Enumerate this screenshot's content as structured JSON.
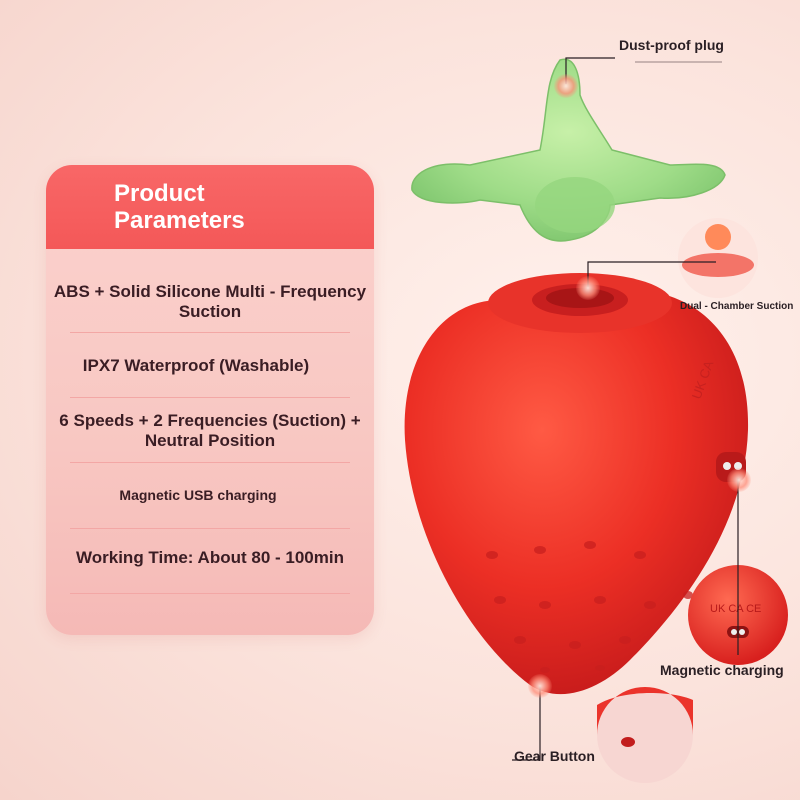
{
  "panel": {
    "title": "Product\nParameters",
    "specs": [
      "ABS + Solid Silicone Multi - Frequency\nSuction",
      "IPX7 Waterproof (Washable)",
      "6 Speeds + 2 Frequencies (Suction) +\nNeutral Position",
      "Magnetic USB charging",
      "Working Time: About 80 - 100min"
    ]
  },
  "callouts": {
    "dust_plug": "Dust-proof plug",
    "dual_chamber": "Dual - Chamber Suction",
    "magnetic_charging": "Magnetic charging",
    "gear_button": "Gear Button"
  },
  "device_markings": {
    "body": "UK CA",
    "detail": "UK CA CE"
  },
  "colors": {
    "header": "#f45858",
    "panel": "#f8c7c2",
    "strawberry": "#e92d24",
    "leaf": "#9fdc88"
  }
}
